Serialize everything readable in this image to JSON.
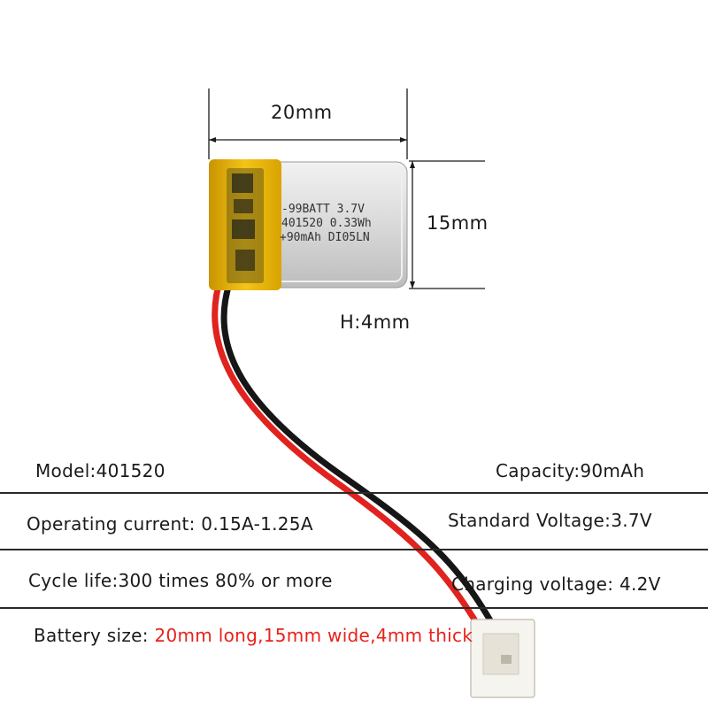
{
  "dimensions": {
    "width": "20mm",
    "height_side": "15mm",
    "thickness": "H:4mm"
  },
  "cell_label": {
    "line1": "-99BATT 3.7V",
    "line2": "401520 0.33Wh",
    "line3": "+90mAh DI05LN"
  },
  "specs": {
    "model": "Model:401520",
    "capacity": "Capacity:90mAh",
    "operating_current": "Operating current: 0.15A-1.25A",
    "standard_voltage": "Standard Voltage:3.7V",
    "cycle_life": "Cycle life:300 times 80% or more",
    "charging_voltage": "Charging voltage: 4.2V",
    "battery_size_label": "Battery size: ",
    "battery_size_value": "20mm long,15mm wide,4mm thick"
  },
  "colors": {
    "highlight": "#e8221a",
    "wire_red": "#e0231e",
    "wire_black": "#161616",
    "tape_yellow": "#e9b500",
    "cell_silver": "#dcdcdc"
  }
}
